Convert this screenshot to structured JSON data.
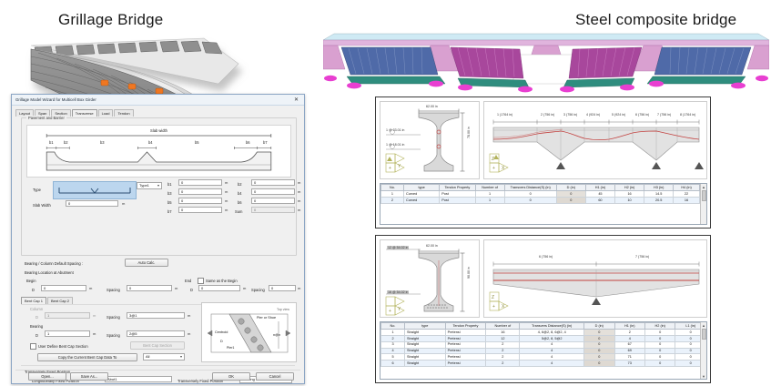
{
  "headings": {
    "left": "Grillage Bridge",
    "right": "Steel composite bridge"
  },
  "dialog": {
    "title": "Grillage Model Wizard for Multicell Box Girder",
    "close_label": "✕",
    "tabs": [
      {
        "label": "Layout",
        "active": false
      },
      {
        "label": "Span",
        "active": false
      },
      {
        "label": "Section",
        "active": false
      },
      {
        "label": "Transverse",
        "active": true
      },
      {
        "label": "Load",
        "active": false
      },
      {
        "label": "Tendon",
        "active": false
      }
    ],
    "pavement_group": {
      "legend": "Pavement and Barrier",
      "sketch_title": "Slab width",
      "marks": [
        "b1",
        "b2",
        "b3",
        "b4",
        "b5",
        "b6",
        "b7"
      ],
      "type_label": "Type",
      "type_value": "Type1",
      "slab_width_label": "Slab Width",
      "slab_width_value": "0",
      "slab_width_unit": "m",
      "fields": [
        {
          "label": "b1",
          "value": "0",
          "unit": "m"
        },
        {
          "label": "b2",
          "value": "0",
          "unit": "m"
        },
        {
          "label": "b3",
          "value": "0",
          "unit": "m"
        },
        {
          "label": "b4",
          "value": "0",
          "unit": "m"
        },
        {
          "label": "b5",
          "value": "0",
          "unit": "m"
        },
        {
          "label": "b6",
          "value": "0",
          "unit": "m"
        },
        {
          "label": "b7",
          "value": "0",
          "unit": "m"
        },
        {
          "label": "Sum",
          "value": "0",
          "unit": "m"
        }
      ]
    },
    "bearing": {
      "default_spacing_label": "Bearing / Column Default Spacing :",
      "auto_calc_label": "Auto Calc.",
      "location_label": "Bearing Location at Abutment",
      "begin_label": "Begin",
      "end_label": "End",
      "same_as_begin_label": "Same as the Begin",
      "begin_d_label": "D",
      "begin_d_value": "0",
      "begin_d_unit": "m",
      "begin_spacing_label": "Spacing",
      "begin_spacing_value": "0",
      "begin_spacing_unit": "m",
      "end_d_label": "D",
      "end_d_value": "0",
      "end_d_unit": "m",
      "end_spacing_label": "Spacing",
      "end_spacing_value": "0",
      "end_spacing_unit": "m"
    },
    "bentcap": {
      "tabs": [
        {
          "label": "Bent Cap 1",
          "active": true
        },
        {
          "label": "Bent Cap 2",
          "active": false
        }
      ],
      "column_label": "Column",
      "column_d_label": "D",
      "column_d_value": "1",
      "column_d_unit": "m",
      "column_spacing_label": "Spacing",
      "column_spacing_value": "3@1",
      "column_spacing_unit": "m",
      "bearing_label": "Bearing",
      "bearing_d_label": "D",
      "bearing_d_value": "1",
      "bearing_d_unit": "m",
      "bearing_spacing_label": "Spacing",
      "bearing_spacing_value": "2@5",
      "bearing_spacing_unit": "m",
      "user_define_label": "User Define Bent Cap Section",
      "bent_cap_section_button": "Bent Cap Section",
      "copy_button": "Copy the Current Bent Cap Data To",
      "copy_target": "All",
      "preview": {
        "top_view": "Top view",
        "pier_or_shoe": "Pier or Shoe",
        "centroid": "Centroid",
        "d_label": "D",
        "pier_label": "Pier1",
        "n_label": "n@n"
      }
    },
    "fixed_position": {
      "transversely_label": "Transversely Fixed Position",
      "longitudinally_label": "Longitudinally Fixed Position",
      "longitudinally_value": "Abut1",
      "transversely_value_label": "Transversely Fixed Position",
      "transversely_value": "Bearing 1"
    },
    "footer": {
      "open": "Open...",
      "save_as": "Save As...",
      "ok": "OK",
      "cancel": "Cancel"
    }
  },
  "section_top": {
    "girder_width": "62.00 in",
    "girder_depth": "78.00 in",
    "tendon_marks": [
      "1 @   33.01 in",
      "1 @   18.01 in"
    ],
    "axis_y": "Y",
    "axis_x": "X",
    "axis_z": "Z",
    "axis_plus": "+",
    "spans": [
      "1 (1764 in)",
      "2 (756 in)",
      "3 (756 in)",
      "4 (924 in)",
      "5 (924 in)",
      "6 (756 in)",
      "7 (756 in)",
      "8 (1764 in)"
    ],
    "table": {
      "columns": [
        "No.",
        "type",
        "Tendon Property",
        "Number of",
        "Transvers Distance(S) (in)",
        "D (in)",
        "H1 (in)",
        "H2 (in)",
        "H3 (in)",
        "H4 (in)",
        "H"
      ],
      "rows": [
        [
          "1",
          "Curved",
          "Post",
          "1",
          "0",
          "0",
          "45",
          "16",
          "14.5",
          "22",
          ""
        ],
        [
          "2",
          "Curved",
          "Post",
          "1",
          "0",
          "0",
          "60",
          "10",
          "20.5",
          "16",
          ""
        ]
      ]
    }
  },
  "section_bottom": {
    "girder_width": "62.00 in",
    "girder_depth": "90.00 in",
    "tendon_marks": [
      "12 @   54.02 in",
      "16 @   54.02 in"
    ],
    "axis_y": "Y",
    "axis_x": "X",
    "axis_z": "Z",
    "axis_plus": "+",
    "spans": [
      "6 (756 in)",
      "7 (756 in)"
    ],
    "table": {
      "columns": [
        "No.",
        "type",
        "Tendon Property",
        "Number of",
        "Transvers Distance(S) (in)",
        "D (in)",
        "H1 (in)",
        "H2 (in)",
        "L1 (in)"
      ],
      "rows": [
        [
          "1",
          "Straight",
          "Pretensi",
          "16",
          "4, 6@2, 8, 6@2, 4",
          "0",
          "2",
          "0",
          "0"
        ],
        [
          "2",
          "Straight",
          "Pretensi",
          "12",
          "5@2, 8, 5@2",
          "0",
          "4",
          "0",
          "0"
        ],
        [
          "3",
          "Straight",
          "Pretensi",
          "2",
          "4",
          "0",
          "67",
          "0",
          "0"
        ],
        [
          "4",
          "Straight",
          "Pretensi",
          "2",
          "4",
          "0",
          "69",
          "0",
          "0"
        ],
        [
          "5",
          "Straight",
          "Pretensi",
          "2",
          "4",
          "0",
          "71",
          "0",
          "0"
        ],
        [
          "6",
          "Straight",
          "Pretensi",
          "2",
          "4",
          "0",
          "73",
          "0",
          "0"
        ]
      ]
    }
  },
  "colors": {
    "accent_blue": "#bcd6ee",
    "deck_pink": "#d9a0d0",
    "girder_blue": "#5a6fa8",
    "girder_magenta": "#b0489e",
    "bearing_magenta": "#e83fd1",
    "base_teal": "#2f8d7e",
    "tendon_red": "#c2413f",
    "table_alt": "#eaf2fb"
  }
}
